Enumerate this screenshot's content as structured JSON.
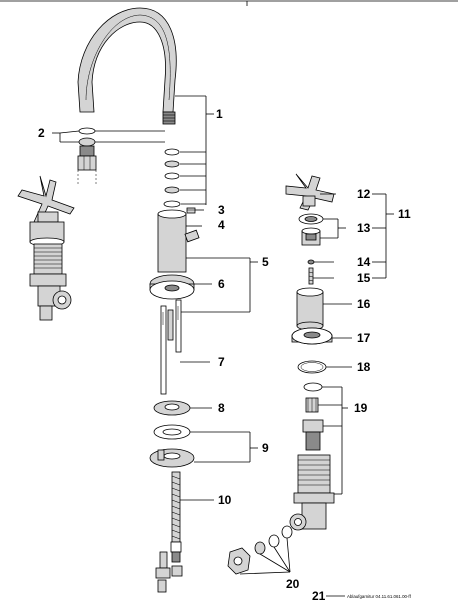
{
  "callouts": {
    "c1": "1",
    "c2": "2",
    "c3": "3",
    "c4": "4",
    "c5": "5",
    "c6": "6",
    "c7": "7",
    "c8": "8",
    "c9": "9",
    "c10": "10",
    "c11": "11",
    "c12": "12",
    "c13": "13",
    "c14": "14",
    "c15": "15",
    "c16": "16",
    "c17": "17",
    "c18": "18",
    "c19": "19",
    "c20": "20"
  },
  "footer": {
    "number": "21",
    "text": "Ablaufgarnitur 04.11.61.061.00-ff"
  }
}
